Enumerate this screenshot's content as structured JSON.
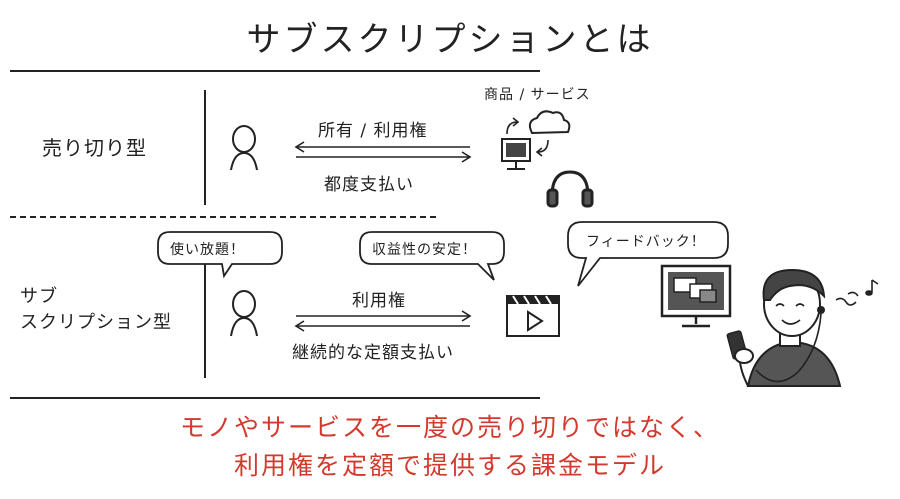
{
  "title": "サブスクリプションとは",
  "top_row": {
    "label": "売り切り型",
    "arrow_top_text": "所有 / 利用権",
    "arrow_bottom_text": "都度支払い",
    "product_label": "商品 / サービス"
  },
  "bottom_row": {
    "label_line1": "サブ",
    "label_line2": "スクリプション型",
    "bubble_user": "使い放題！",
    "bubble_company": "収益性の安定！",
    "bubble_feedback": "フィードバック！",
    "arrow_top_text": "利用権",
    "arrow_bottom_text": "継続的な定額支払い"
  },
  "conclusion": {
    "line1": "モノやサービスを一度の売り切りではなく、",
    "line2": "利用権を定額で提供する課金モデル"
  },
  "colors": {
    "ink": "#222222",
    "accent_red": "#d23a2e",
    "shirt_gray": "#555555"
  }
}
